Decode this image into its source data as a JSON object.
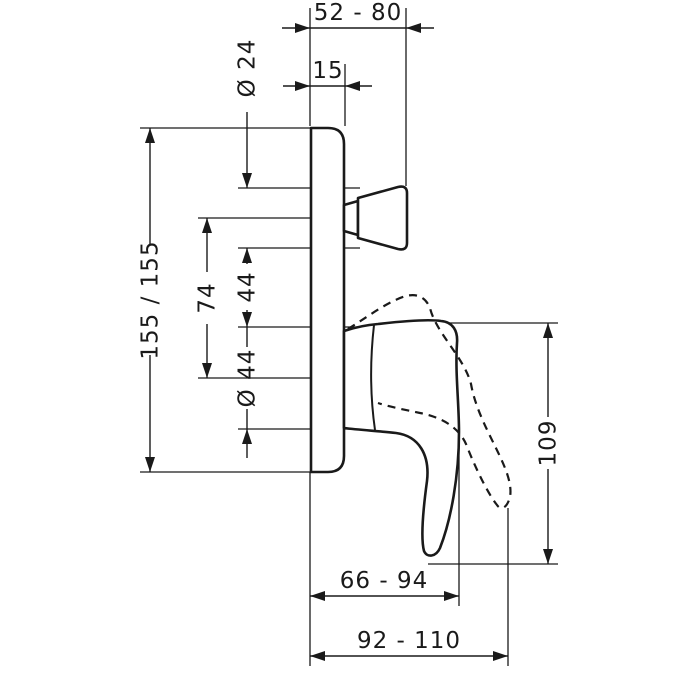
{
  "diagram": {
    "line_color": "#1a1a1a",
    "background_color": "#ffffff",
    "labels": {
      "top_depth_range": "52 - 80",
      "plate_thickness": "15",
      "knob_diameter": "Ø 24",
      "plate_height": "155 / 155",
      "center_distance": "74",
      "hub_offset": "44",
      "hub_diameter": "Ø 44",
      "lever_length": "109",
      "lever_reach_closed": "66 - 94",
      "lever_reach_open": "92 - 110"
    }
  }
}
